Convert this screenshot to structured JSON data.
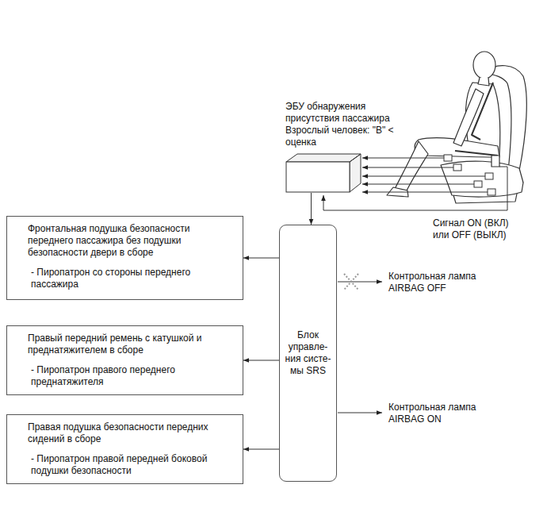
{
  "diagram": {
    "nodes": [
      {
        "text": [
          "ЭБУ обнаружения присутствия пассажира Взрослый человек: \"B\" < оценка"
        ]
      },
      {
        "text": [
          "Фронтальная подушка безопасности переднего пассажира без подушки безопасности двери в сборе",
          "- Пиропатрон со стороны переднего пассажира"
        ]
      },
      {
        "text": [
          "Правый передний ремень с катушкой и преднатяжителем в сборе",
          "- Пиропатрон правого переднего преднатяжителя"
        ]
      },
      {
        "text": [
          "Правая подушка безопасности передних сидений в сборе",
          "- Пиропатрон правой передней боковой подушки безопасности"
        ]
      },
      {
        "text": [
          "Блок управле- ния систе- мы SRS"
        ]
      }
    ],
    "edges": [
      {
        "from": 0,
        "to": 4,
        "arrow": "to"
      },
      {
        "from": 4,
        "to": 1,
        "arrow": "to"
      },
      {
        "from": 4,
        "to": 2,
        "arrow": "to"
      },
      {
        "from": 4,
        "to": 3,
        "arrow": "to"
      }
    ],
    "labels": [
      "Сигнал ON (ВКЛ) или OFF (ВЫКЛ)",
      "Контрольная лампа AIRBAG OFF",
      "Контрольная лампа AIRBAG ON"
    ]
  }
}
